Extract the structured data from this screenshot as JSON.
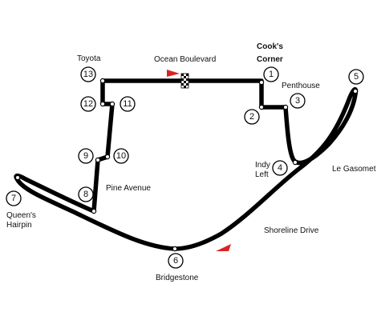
{
  "map": {
    "colors": {
      "track": "#000000",
      "marker": "#dd2222",
      "turn_fill": "#ffffff",
      "turn_stroke": "#000000"
    },
    "corners": [
      {
        "number": "1",
        "name": "Cook's Corner"
      },
      {
        "number": "2",
        "name": ""
      },
      {
        "number": "3",
        "name": "Penthouse"
      },
      {
        "number": "4",
        "name": "Indy Left"
      },
      {
        "number": "5",
        "name": ""
      },
      {
        "number": "6",
        "name": "Bridgestone"
      },
      {
        "number": "7",
        "name": "Queen's Hairpin"
      },
      {
        "number": "8",
        "name": ""
      },
      {
        "number": "9",
        "name": ""
      },
      {
        "number": "10",
        "name": ""
      },
      {
        "number": "11",
        "name": ""
      },
      {
        "number": "12",
        "name": ""
      },
      {
        "number": "13",
        "name": "Toyota"
      }
    ],
    "labels": {
      "cooks_1": "Cook's",
      "cooks_2": "Corner",
      "penthouse": "Penthouse",
      "indy_1": "Indy",
      "indy_2": "Left",
      "le_gasomet": "Le Gasomet",
      "shoreline": "Shoreline Drive",
      "bridgestone": "Bridgestone",
      "queens_1": "Queen's",
      "queens_2": "Hairpin",
      "pine": "Pine Avenue",
      "toyota": "Toyota",
      "ocean": "Ocean Boulevard"
    },
    "icons": [
      "start-finish-flag-icon",
      "direction-arrow-icon"
    ]
  }
}
